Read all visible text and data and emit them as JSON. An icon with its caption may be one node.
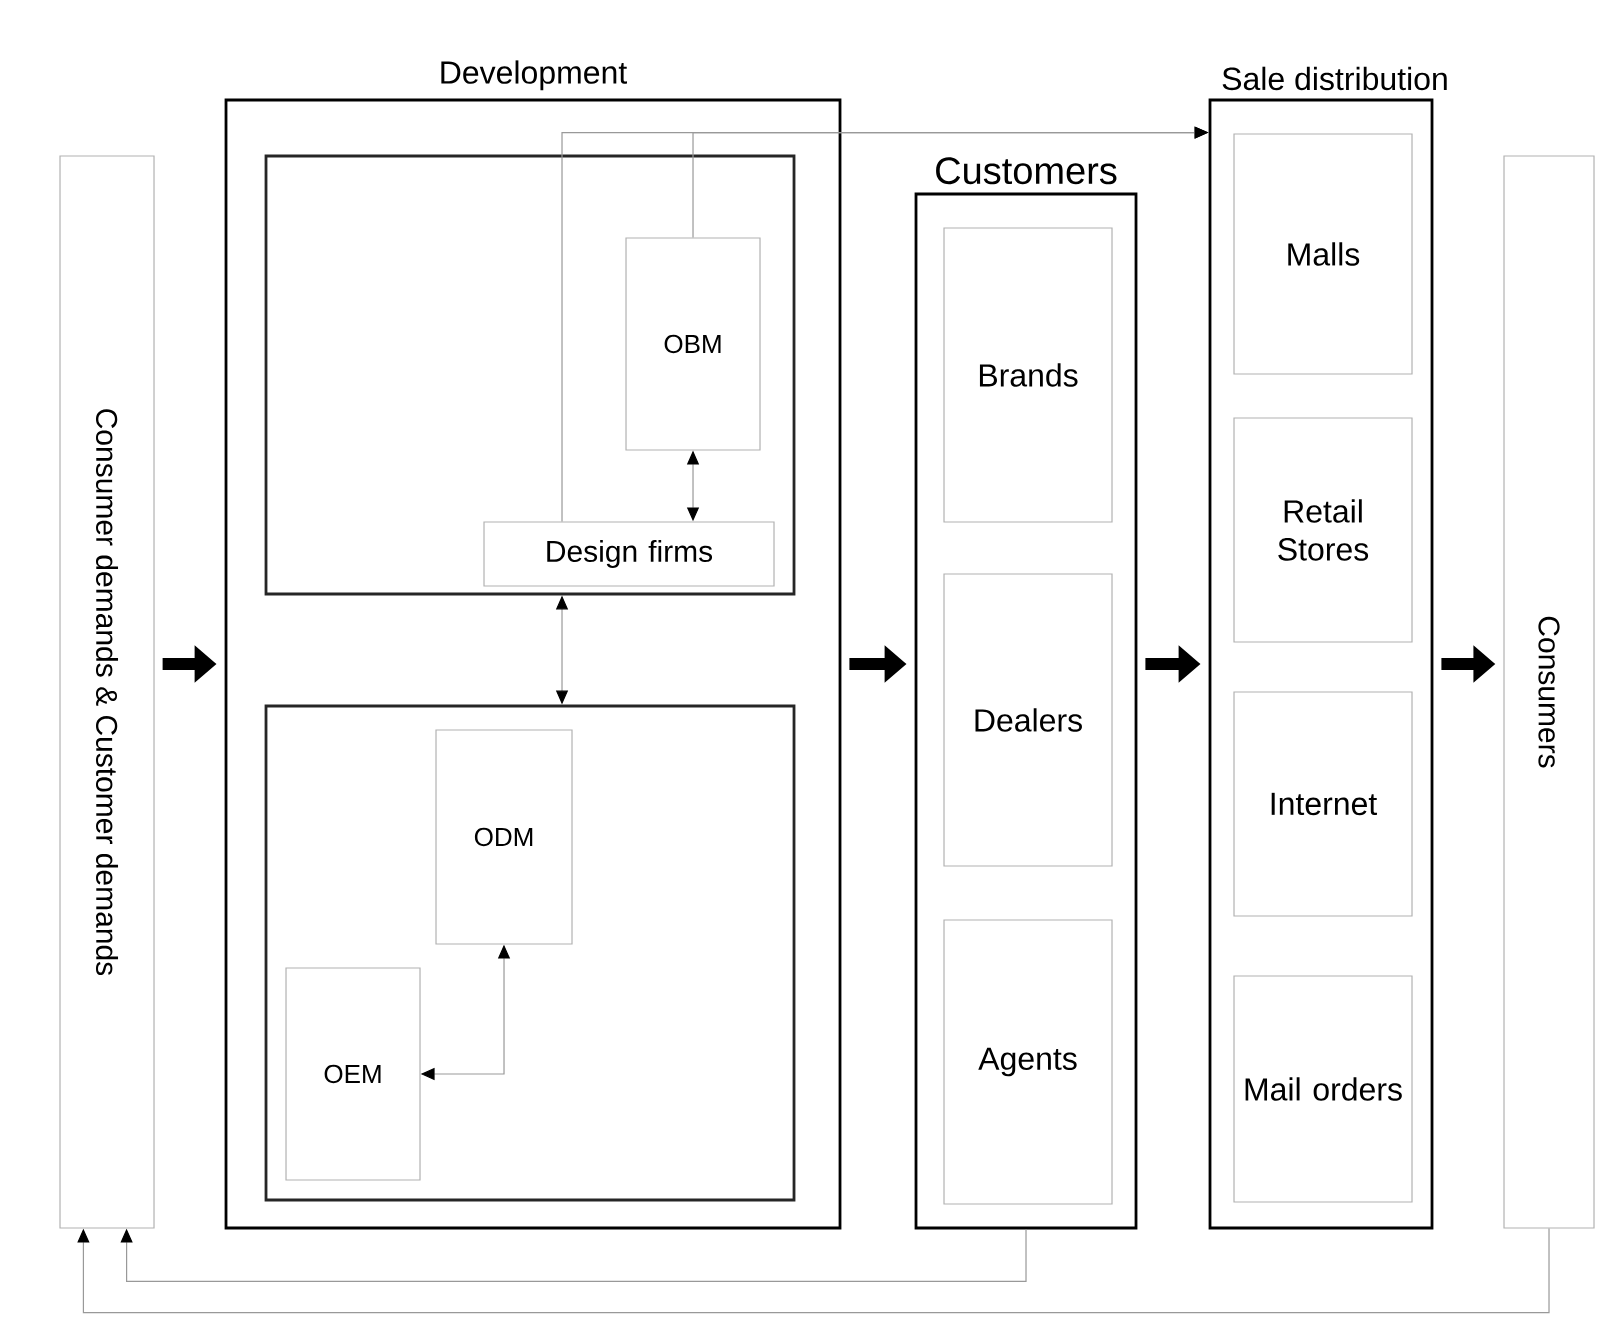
{
  "diagram": {
    "nodes": [
      {
        "text": [
          "Consumer demands  & Customer demands"
        ]
      },
      {
        "text": [
          "Development"
        ]
      },
      {
        "text": [],
        "shape": "box",
        "in": 1
      },
      {
        "text": [
          "OBM"
        ],
        "in": 2
      },
      {
        "text": [
          "Design firms"
        ],
        "in": 2
      },
      {
        "text": [],
        "shape": "box",
        "in": 1
      },
      {
        "text": [
          "ODM"
        ],
        "in": 5
      },
      {
        "text": [
          "OEM"
        ],
        "in": 5
      },
      {
        "text": [
          "Customers"
        ]
      },
      {
        "text": [
          "Brands"
        ],
        "in": 8
      },
      {
        "text": [
          "Dealers"
        ],
        "in": 8
      },
      {
        "text": [
          "Agents"
        ],
        "in": 8
      },
      {
        "text": [
          "Sale distribution"
        ]
      },
      {
        "text": [
          "Malls"
        ],
        "in": 12
      },
      {
        "text": [
          "Retail Stores"
        ],
        "in": 12
      },
      {
        "text": [
          "Internet"
        ],
        "in": 12
      },
      {
        "text": [
          "Mail orders"
        ],
        "in": 12
      },
      {
        "text": [
          "Consumers"
        ]
      }
    ],
    "edges": [
      {
        "from": 0,
        "to": 1,
        "arrow": "to",
        "style": "thick",
        "color": "#000000"
      },
      {
        "from": 1,
        "to": 8,
        "arrow": "to",
        "style": "thick",
        "color": "#000000"
      },
      {
        "from": 8,
        "to": 12,
        "arrow": "to",
        "style": "thick",
        "color": "#000000"
      },
      {
        "from": 12,
        "to": 17,
        "arrow": "to",
        "style": "thick",
        "color": "#000000"
      },
      {
        "from": 3,
        "to": 4,
        "arrow": "both"
      },
      {
        "from": 2,
        "to": 5,
        "arrow": "both"
      },
      {
        "from": 6,
        "to": 7,
        "arrow": "both"
      },
      {
        "from": 4,
        "to": 12,
        "arrow": "to"
      },
      {
        "from": 3,
        "to": 12,
        "arrow": "to"
      },
      {
        "from": 8,
        "to": 0,
        "arrow": "to"
      },
      {
        "from": 17,
        "to": 0,
        "arrow": "to"
      }
    ]
  }
}
